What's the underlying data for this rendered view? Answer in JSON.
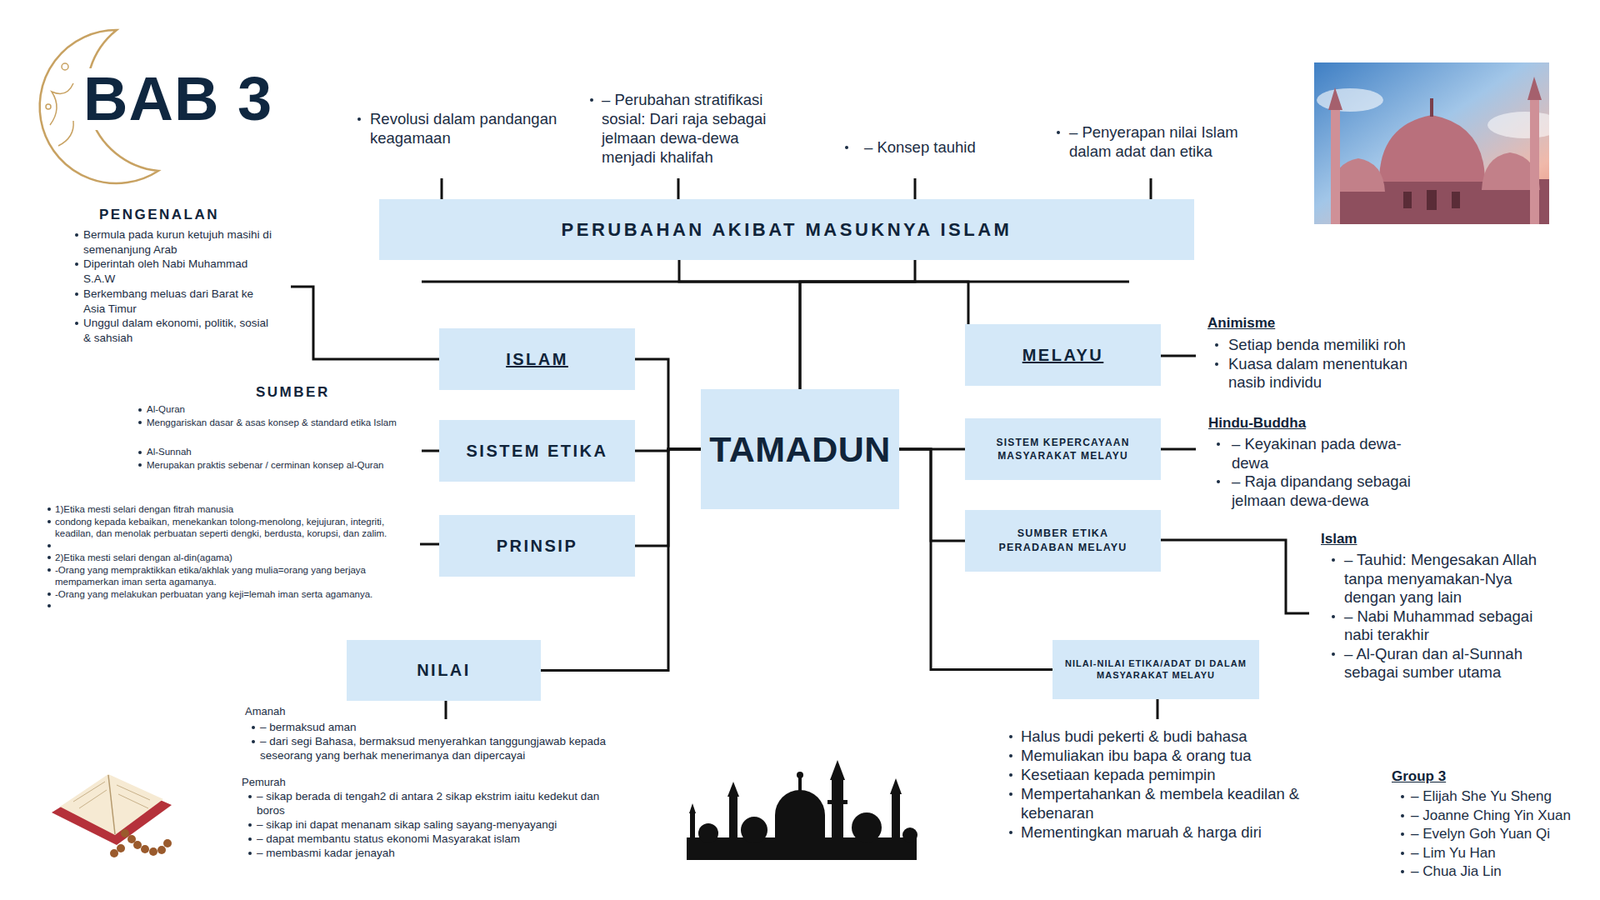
{
  "diagram": {
    "title": "BAB 3",
    "nodes": [
      {
        "text": [
          "PERUBAHAN AKIBAT MASUKNYA ISLAM"
        ]
      },
      {
        "text": [
          "ISLAM"
        ]
      },
      {
        "text": [
          "SISTEM ETIKA"
        ]
      },
      {
        "text": [
          "PRINSIP"
        ]
      },
      {
        "text": [
          "TAMADUN"
        ]
      },
      {
        "text": [
          "MELAYU"
        ]
      },
      {
        "text": [
          "SISTEM KEPERCAYAAN MASYARAKAT MELAYU"
        ]
      },
      {
        "text": [
          "SUMBER ETIKA PERADABAN MELAYU"
        ]
      },
      {
        "text": [
          "NILAI"
        ]
      },
      {
        "text": [
          "NILAI-NILAI ETIKA/ADAT DI DALAM MASYARAKAT MELAYU"
        ]
      }
    ],
    "edges": [
      {
        "from": 4,
        "to": 0,
        "arrow": "none"
      },
      {
        "from": 4,
        "to": 1,
        "arrow": "none"
      },
      {
        "from": 4,
        "to": 2,
        "arrow": "none"
      },
      {
        "from": 4,
        "to": 3,
        "arrow": "none"
      },
      {
        "from": 4,
        "to": 5,
        "arrow": "none"
      },
      {
        "from": 4,
        "to": 6,
        "arrow": "none"
      },
      {
        "from": 4,
        "to": 7,
        "arrow": "none"
      },
      {
        "from": 4,
        "to": 8,
        "arrow": "none"
      },
      {
        "from": 4,
        "to": 9,
        "arrow": "none"
      }
    ],
    "labels": [
      "Revolusi dalam pandangan keagamaan",
      "– Perubahan stratifikasi sosial: Dari raja sebagai jelmaan dewa-dewa menjadi khalifah",
      "– Konsep tauhid",
      "– Penyerapan nilai Islam dalam adat dan etika",
      "PENGENALAN",
      "Bermula pada kurun ketujuh masihi di semenanjung Arab",
      "Diperintah oleh Nabi Muhammad S.A.W",
      "Berkembang meluas dari Barat ke Asia Timur",
      "Unggul dalam ekonomi, politik, sosial & sahsiah",
      "SUMBER",
      "Al-Quran",
      "Menggariskan dasar & asas konsep & standard etika Islam",
      "Al-Sunnah",
      "Merupakan praktis sebenar / cerminan konsep al-Quran",
      "1)Etika mesti selari dengan fitrah manusia",
      "condong kepada kebaikan, menekankan tolong-menolong, kejujuran, integriti, keadilan, dan menolak perbuatan seperti dengki, berdusta, korupsi, dan zalim.",
      "2)Etika mesti selari dengan al-din(agama)",
      "-Orang yang mempraktikkan etika/akhlak yang mulia=orang yang berjaya mempamerkan iman serta agamanya.",
      "-Orang yang melakukan perbuatan yang keji=lemah iman serta agamanya.",
      "Animisme",
      "Setiap benda memiliki roh",
      "Kuasa dalam menentukan nasib individu",
      "Hindu-Buddha",
      "– Keyakinan pada dewa-dewa",
      "– Raja dipandang sebagai jelmaan dewa-dewa",
      "Islam",
      "– Tauhid: Mengesakan Allah tanpa menyamakan-Nya dengan yang lain",
      "– Nabi Muhammad sebagai nabi terakhir",
      "– Al-Quran dan al-Sunnah sebagai sumber utama",
      "Amanah",
      "– bermaksud aman",
      "– dari segi Bahasa, bermaksud menyerahkan tanggungjawab kepada seseorang yang berhak menerimanya dan dipercayai",
      "Pemurah",
      "– sikap berada di tengah2 di antara 2 sikap ekstrim iaitu kedekut dan boros",
      "– sikap ini dapat menanam sikap saling sayang-menyayangi",
      "– dapat membantu status ekonomi Masyarakat islam",
      "– membasmi kadar jenayah",
      "Halus budi pekerti & budi bahasa",
      "Memuliakan ibu bapa & orang tua",
      "Kesetiaan kepada pemimpin",
      "Mempertahankan & membela keadilan & kebenaran",
      "Mementingkan maruah & harga diri",
      "Group 3",
      "– Elijah She Yu Sheng",
      "– Joanne Ching Yin Xuan",
      "– Evelyn Goh Yuan Qi",
      "– Lim Yu Han",
      "– Chua Jia Lin"
    ]
  }
}
